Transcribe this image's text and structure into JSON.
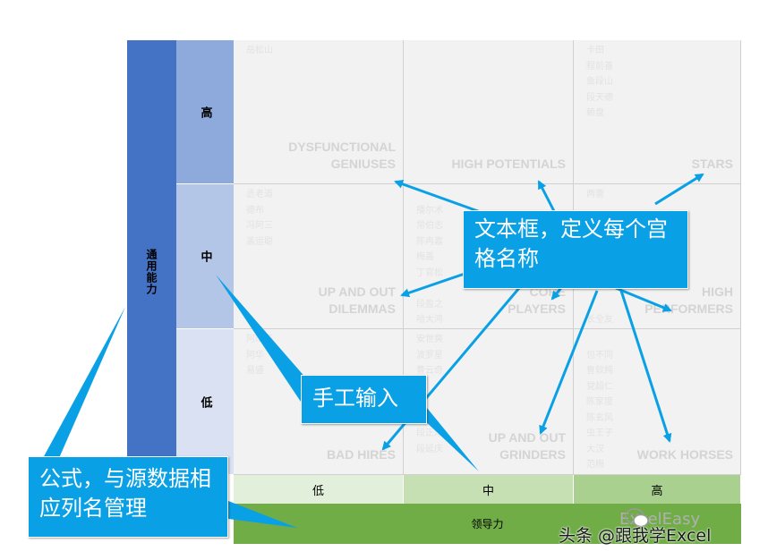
{
  "y_axis": {
    "title": "通用能力",
    "levels": [
      "高",
      "中",
      "低"
    ]
  },
  "x_axis": {
    "title": "领导力",
    "levels": [
      "低",
      "中",
      "高"
    ]
  },
  "cells": [
    {
      "row": 0,
      "col": 0,
      "name_lines": [
        "DYSFUNCTIONAL",
        "GENIUSES"
      ],
      "names": [
        "岳松山"
      ]
    },
    {
      "row": 0,
      "col": 1,
      "name_lines": [
        "HIGH POTENTIALS"
      ],
      "names": []
    },
    {
      "row": 0,
      "col": 2,
      "name_lines": [
        "STARS"
      ],
      "names": [
        "卡田",
        "程前善",
        "鱼段山",
        "段天德",
        "赖盘"
      ]
    },
    {
      "row": 1,
      "col": 0,
      "name_lines": [
        "UP AND OUT",
        "DILEMMAS"
      ],
      "names": [
        "丞老道",
        "德布",
        "冯阿三",
        "盖运聪"
      ]
    },
    {
      "row": 1,
      "col": 1,
      "name_lines": [
        "CORE",
        "PLAYERS"
      ],
      "names": [
        "",
        "播尔术",
        "常伯志",
        "陈冉嘉",
        "梅盖",
        "丁官松",
        "",
        "段盈之",
        "哈大鸿"
      ]
    },
    {
      "row": 1,
      "col": 2,
      "name_lines": [
        "HIGH",
        "PERFORMERS"
      ],
      "names": [
        "两蕾",
        "",
        "",
        "",
        "",
        "",
        "",
        "",
        "长全友"
      ]
    },
    {
      "row": 2,
      "col": 0,
      "name_lines": [
        "BAD HIRES"
      ],
      "names": [
        "阿瑞善",
        "阿华",
        "易盛"
      ]
    },
    {
      "row": 2,
      "col": 1,
      "name_lines": [
        "UP AND OUT",
        "GRINDERS"
      ],
      "names": [
        "安世爽",
        "波罗星",
        "曹云奇",
        "",
        "",
        "",
        "段正淳",
        "段延庆"
      ]
    },
    {
      "row": 2,
      "col": 2,
      "name_lines": [
        "WORK HORSES"
      ],
      "names": [
        "",
        "包不同",
        "鲁软纯",
        "党超仁",
        "陈家度",
        "陈玄风",
        "虫王子",
        "大汉",
        "范梅"
      ]
    }
  ],
  "callouts": {
    "main": "文本框，定义每个宫格名称",
    "manual": "手工输入",
    "formula": "公式，与源数据相应列名管理"
  },
  "watermark": {
    "text": "头条 @跟我学Excel",
    "bg_text": "ExcelEasy"
  },
  "colors": {
    "y_title_bg": "#4472c4",
    "x_title_bg": "#70ad47",
    "callout_bg": "#0aa0e6",
    "grid_bg": "#f2f2f2"
  }
}
